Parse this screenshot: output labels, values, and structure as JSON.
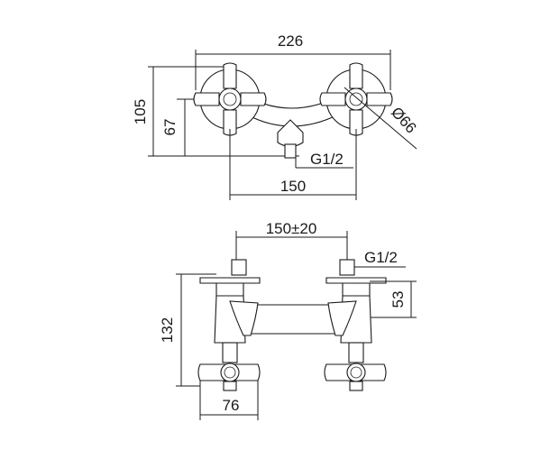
{
  "top_view": {
    "dim_width_total": "226",
    "dim_height_total": "105",
    "dim_height_inlet": "67",
    "dim_diameter": "Ø66",
    "dim_thread": "G1/2",
    "dim_centers": "150"
  },
  "front_view": {
    "dim_centers_tolerance": "150±20",
    "dim_thread": "G1/2",
    "dim_offset": "53",
    "dim_height_total": "132",
    "dim_depth": "76"
  }
}
